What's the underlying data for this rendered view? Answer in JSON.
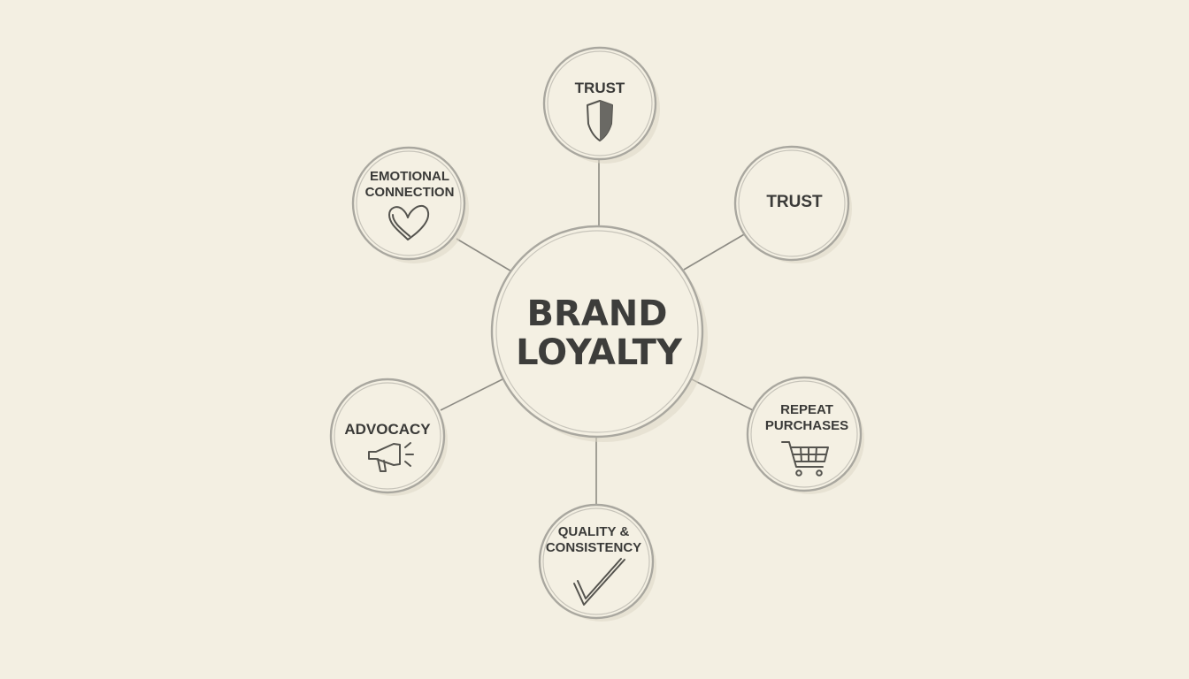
{
  "center": {
    "line1": "BRAND",
    "line2": "LOYALTY"
  },
  "nodes": {
    "trust_top": {
      "label": "TRUST",
      "icon": "shield-icon"
    },
    "trust_right": {
      "label": "TRUST"
    },
    "emotional_connection": {
      "line1": "EMOTIONAL",
      "line2": "CONNECTION",
      "icon": "heart-icon"
    },
    "advocacy": {
      "label": "ADVOCACY",
      "icon": "megaphone-icon"
    },
    "repeat_purchases": {
      "line1": "REPEAT",
      "line2": "PURCHASES",
      "icon": "shopping-cart-icon"
    },
    "quality_consistency": {
      "line1": "QUALITY &",
      "line2": "CONSISTENCY",
      "icon": "checkmark-icon"
    }
  },
  "colors": {
    "background": "#f3efe2",
    "stroke": "#a9a79f",
    "text": "#3a3a38"
  }
}
